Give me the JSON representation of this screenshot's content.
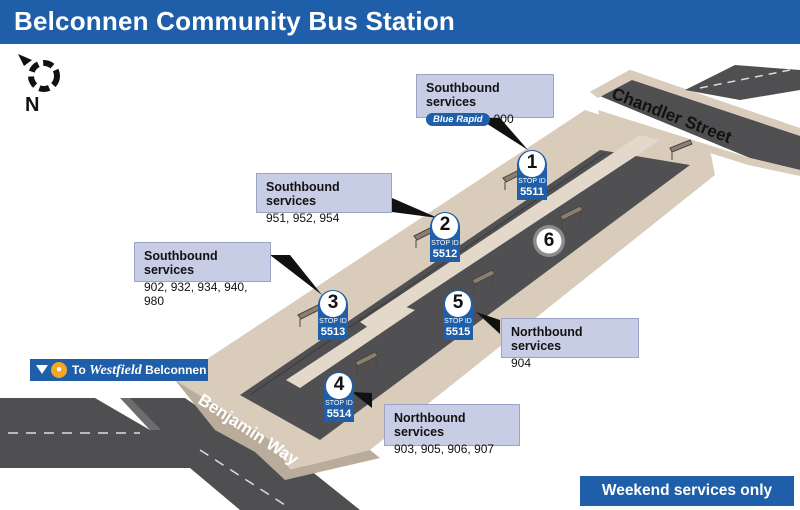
{
  "title": "Belconnen Community Bus Station",
  "north_label": "N",
  "streets": {
    "chandler": "Chandler Street",
    "benjamin": "Benjamin Way"
  },
  "westfield_link": {
    "prefix": "To",
    "brand": "Westfield",
    "suffix": "Belconnen"
  },
  "weekend_note": "Weekend services only",
  "stop_id_label": "STOP ID",
  "stops": [
    {
      "number": "1",
      "stop_id": "5511"
    },
    {
      "number": "2",
      "stop_id": "5512"
    },
    {
      "number": "3",
      "stop_id": "5513"
    },
    {
      "number": "4",
      "stop_id": "5514"
    },
    {
      "number": "5",
      "stop_id": "5515"
    },
    {
      "number": "6",
      "stop_id": ""
    }
  ],
  "callouts": [
    {
      "heading": "Southbound services",
      "badge": "Blue Rapid",
      "routes": "900"
    },
    {
      "heading": "Southbound services",
      "routes": "951, 952, 954"
    },
    {
      "heading": "Southbound services",
      "routes": "902, 932, 934, 940, 980"
    },
    {
      "heading": "Northbound services",
      "routes": "903, 905, 906, 907"
    },
    {
      "heading": "Northbound services",
      "routes": "904"
    }
  ],
  "colors": {
    "brand_blue": "#1f5ea8",
    "callout_fill": "#c7cde4",
    "platform": "#d8cbbb",
    "road": "#505052"
  }
}
